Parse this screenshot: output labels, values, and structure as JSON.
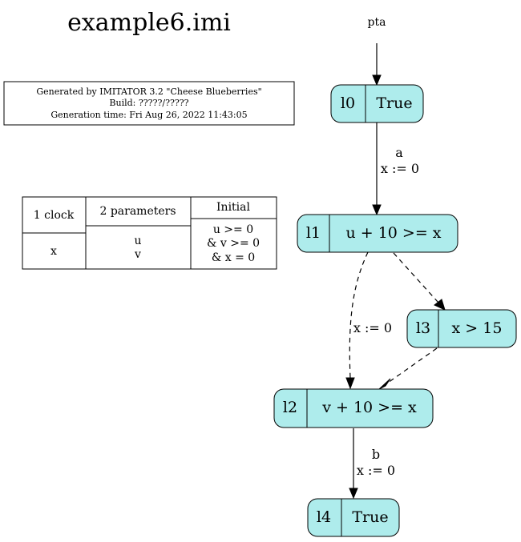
{
  "title": "example6.imi",
  "info_box": {
    "line1": "Generated by IMITATOR 3.2 \"Cheese Blueberries\"",
    "line2": "Build: ?????/?????",
    "line3": "Generation time: Fri Aug 26, 2022 11:43:05"
  },
  "table": {
    "col1_header": "1 clock",
    "col1_value": "x",
    "col2_header": "2 parameters",
    "col2_value_line1": "u",
    "col2_value_line2": "v",
    "col3_header": "Initial",
    "col3_value_line1": "u >= 0",
    "col3_value_line2": "& v >= 0",
    "col3_value_line3": "& x = 0"
  },
  "start_label": "pta",
  "nodes": {
    "l0": {
      "name": "l0",
      "invariant": "True"
    },
    "l1": {
      "name": "l1",
      "invariant": "u + 10 >= x"
    },
    "l2": {
      "name": "l2",
      "invariant": "v + 10 >= x"
    },
    "l3": {
      "name": "l3",
      "invariant": "x > 15"
    },
    "l4": {
      "name": "l4",
      "invariant": "True"
    }
  },
  "edges": {
    "l0_l1": {
      "action": "a",
      "update": "x := 0",
      "style": "solid"
    },
    "l1_l2": {
      "update": "x := 0",
      "style": "dashed"
    },
    "l1_l3": {
      "style": "dashed"
    },
    "l3_l2": {
      "style": "dashed"
    },
    "l2_l4": {
      "action": "b",
      "update": "x := 0",
      "style": "solid"
    }
  }
}
